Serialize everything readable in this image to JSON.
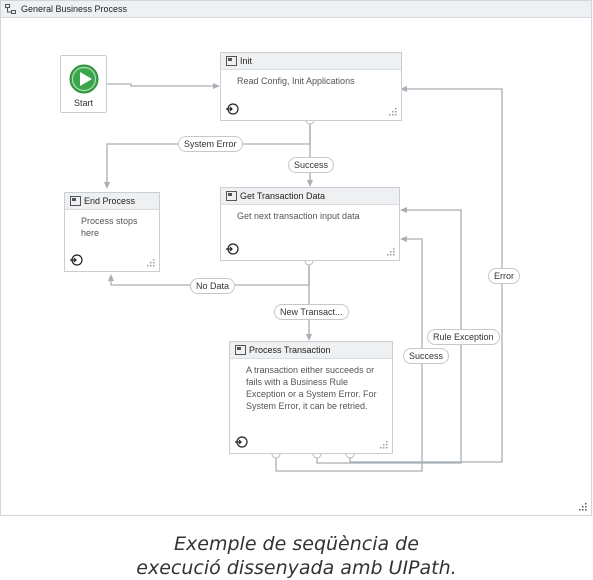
{
  "designer": {
    "title": "General Business Process",
    "title_icon": "flowchart-icon",
    "start": {
      "label": "Start",
      "icon": "play-icon",
      "color": "#3aa64a"
    },
    "states": {
      "init": {
        "title": "Init",
        "description": [
          "Read Config, Init Applications"
        ]
      },
      "end": {
        "title": "End Process",
        "description": [
          "Process stops",
          "here"
        ]
      },
      "get": {
        "title": "Get Transaction Data",
        "description": [
          "Get next transaction input data"
        ]
      },
      "process": {
        "title": "Process Transaction",
        "description": [
          "A transaction either succeeds or",
          "fails with a Business Rule",
          "Exception or a System Error. For",
          "System Error, it can be retried."
        ]
      }
    },
    "transitions": {
      "system_error": "System Error",
      "success_1": "Success",
      "no_data": "No Data",
      "new_transaction": "New Transact...",
      "success_2": "Success",
      "rule_exception": "Rule Exception",
      "error": "Error"
    }
  },
  "caption": {
    "line1": "Exemple de seqüència de",
    "line2": "execució dissenyada amb UIPath."
  }
}
